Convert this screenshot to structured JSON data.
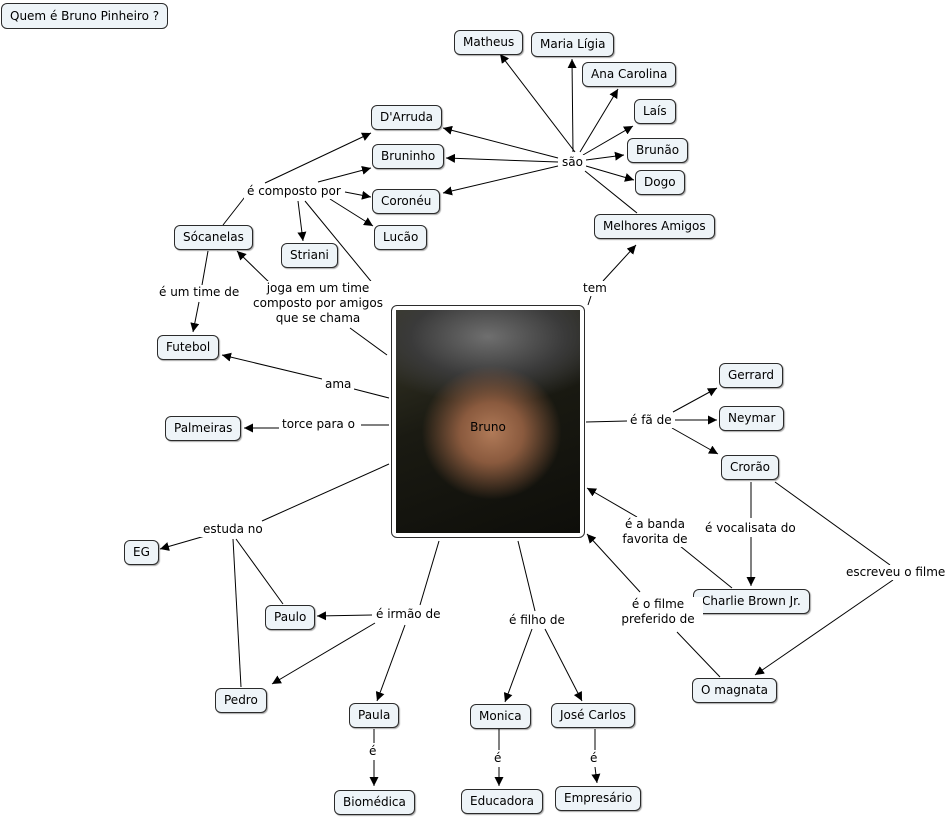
{
  "title": "Quem é Bruno Pinheiro ?",
  "center": {
    "label": "Bruno"
  },
  "nodes": {
    "matheus": "Matheus",
    "maria_ligia": "Maria Lígia",
    "ana_carolina": "Ana Carolina",
    "lais": "Laís",
    "brunao": "Brunão",
    "dogo": "Dogo",
    "darruda": "D'Arruda",
    "bruninho": "Bruninho",
    "coroneu": "Coronéu",
    "lucao": "Lucão",
    "socanelas": "Sócanelas",
    "striani": "Striani",
    "melhores_amigos": "Melhores Amigos",
    "futebol": "Futebol",
    "palmeiras": "Palmeiras",
    "gerrard": "Gerrard",
    "neymar": "Neymar",
    "crorao": "Crorão",
    "charlie_brown": "Charlie Brown Jr.",
    "o_magnata": "O magnata",
    "eg": "EG",
    "paulo": "Paulo",
    "pedro": "Pedro",
    "paula": "Paula",
    "biomedica": "Biomédica",
    "monica": "Monica",
    "educadora": "Educadora",
    "jose_carlos": "José Carlos",
    "empresario": "Empresário"
  },
  "links": {
    "sao": "são",
    "composto": "é composto por",
    "joga": "joga em um time composto por amigos que se chama",
    "time_de": "é um time de",
    "tem": "tem",
    "ama": "ama",
    "torce": "torce para o",
    "fa_de": "é fã de",
    "banda": "é a banda favorita de",
    "vocalista": "é vocalisata do",
    "escreveu": "escreveu o filme",
    "filme": "é o filme preferido de",
    "estuda": "estuda no",
    "irmao": "é irmão de",
    "filho": "é filho de",
    "e_paula": "é",
    "e_monica": "é",
    "e_jose": "é"
  }
}
